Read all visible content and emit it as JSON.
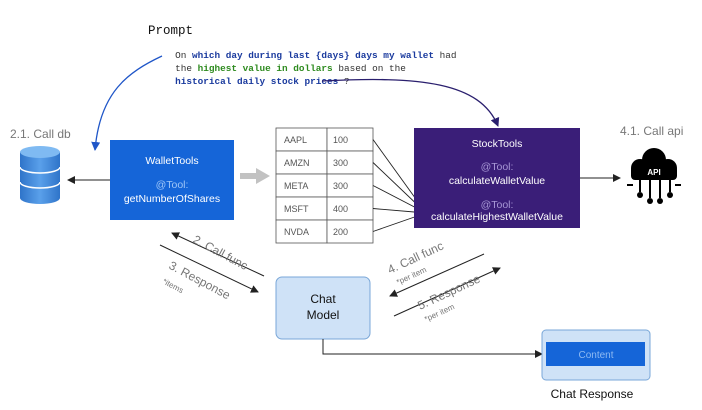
{
  "prompt": {
    "heading": "Prompt",
    "line1": [
      {
        "t": "On ",
        "style": "plain"
      },
      {
        "t": "which day during last {days} days my wallet",
        "style": "blue"
      },
      {
        "t": " had",
        "style": "plain"
      }
    ],
    "line2": [
      {
        "t": "the ",
        "style": "plain"
      },
      {
        "t": "highest value in dollars",
        "style": "green"
      },
      {
        "t": " based on the",
        "style": "plain"
      }
    ],
    "line3": [
      {
        "t": "historical daily stock prices",
        "style": "blue"
      },
      {
        "t": " ?",
        "style": "plain"
      }
    ]
  },
  "db": {
    "label": "2.1. Call db"
  },
  "api": {
    "label": "4.1. Call api",
    "badge": "API"
  },
  "wallet_tools": {
    "title": "WalletTools",
    "annotation": "@Tool:",
    "method": "getNumberOfShares"
  },
  "stock_tools": {
    "title": "StockTools",
    "annotation1": "@Tool:",
    "method1": "calculateWalletValue",
    "annotation2": "@Tool:",
    "method2": "calculateHighestWalletValue"
  },
  "shares_table": [
    {
      "symbol": "AAPL",
      "shares": "100"
    },
    {
      "symbol": "AMZN",
      "shares": "300"
    },
    {
      "symbol": "META",
      "shares": "300"
    },
    {
      "symbol": "MSFT",
      "shares": "400"
    },
    {
      "symbol": "NVDA",
      "shares": "200"
    }
  ],
  "chat_model": {
    "line1": "Chat",
    "line2": "Model"
  },
  "flows": {
    "call_func_2": "2. Call func",
    "response_3": "3. Response",
    "response_3_note": "*items",
    "call_func_4": "4. Call func",
    "call_func_4_note": "*per item",
    "response_5": "5. Response",
    "response_5_note": "*per item"
  },
  "chat_response": {
    "content": "Content",
    "label": "Chat Response"
  },
  "colors": {
    "wallet_blue": "#1565d8",
    "stock_purple": "#3a1e78",
    "chat_model_fill": "#cfe2f7",
    "prompt_blue": "#1a3a9e",
    "prompt_green": "#2e8b1f"
  }
}
